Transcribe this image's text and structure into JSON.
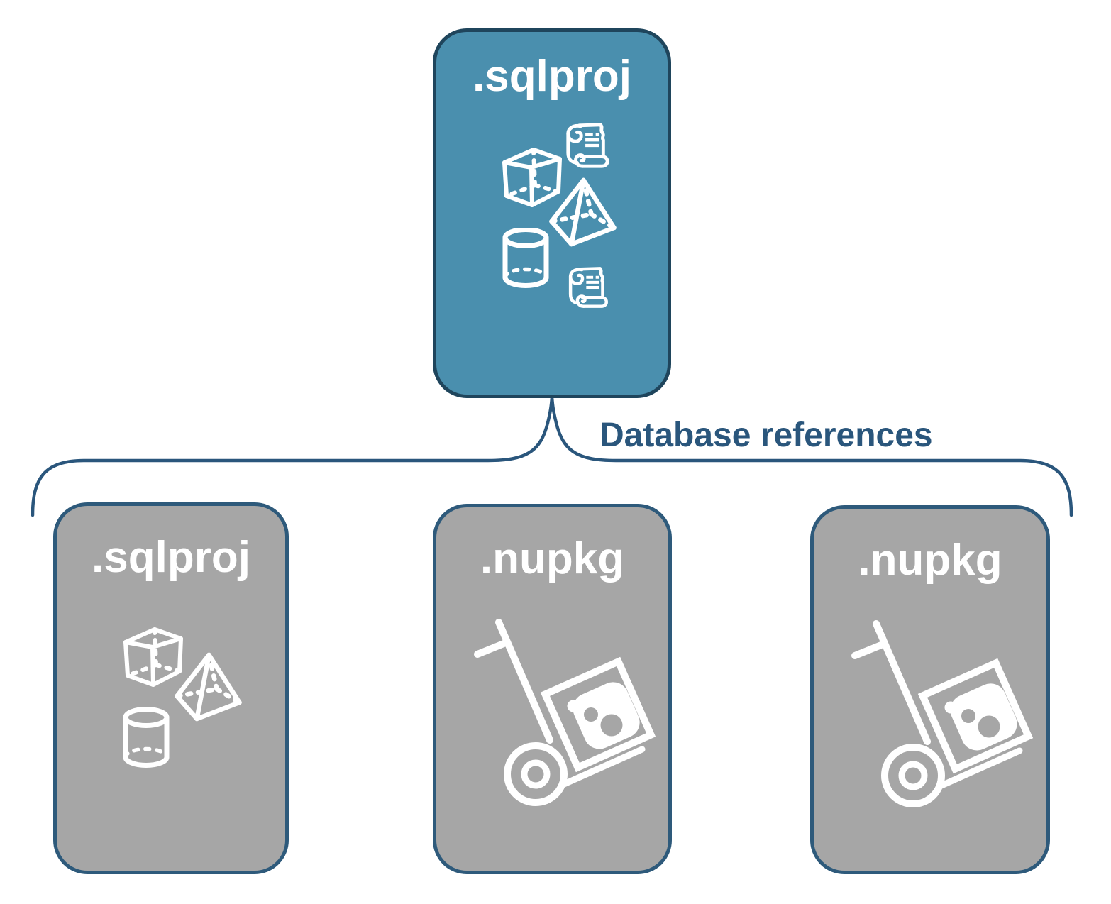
{
  "diagram": {
    "root": {
      "label": ".sqlproj"
    },
    "connector_label": "Database references",
    "children": [
      {
        "id": "sqlproj",
        "label": ".sqlproj"
      },
      {
        "id": "nupkg-1",
        "label": ".nupkg"
      },
      {
        "id": "nupkg-2",
        "label": ".nupkg"
      }
    ],
    "colors": {
      "root_fill": "#4A8FAE",
      "root_border": "#1F455C",
      "child_fill": "#A6A6A6",
      "child_border": "#2E5A7B",
      "connector": "#2A567C",
      "icon_stroke": "#FFFFFF"
    }
  }
}
